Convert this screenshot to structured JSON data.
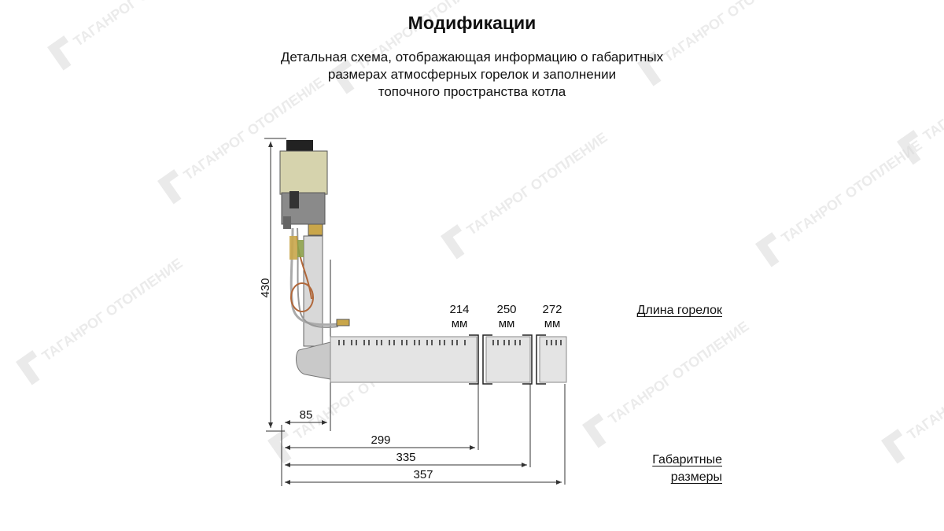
{
  "title": "Модификации",
  "subtitle_lines": [
    "Детальная схема, отображающая информацию о габаритных",
    "размерах атмосферных горелок и заполнении",
    "топочного пространства котла"
  ],
  "labels": {
    "burner_length": "Длина горелок",
    "overall_dimensions_line1": "Габаритные",
    "overall_dimensions_line2": "размеры"
  },
  "burner_lengths": [
    {
      "value": "214",
      "unit": "мм"
    },
    {
      "value": "250",
      "unit": "мм"
    },
    {
      "value": "272",
      "unit": "мм"
    }
  ],
  "dimensions": {
    "height": "430",
    "offset": "85",
    "overall": [
      "299",
      "335",
      "357"
    ]
  },
  "watermark": {
    "brand": "ТАГАНРОГ ОТОПЛЕНИЕ",
    "color": "#d9d9d9"
  },
  "colors": {
    "valve_body": "#d6d3ad",
    "burner_body": "#e4e4e4",
    "outline": "#555555",
    "copper": "#b0673a"
  }
}
